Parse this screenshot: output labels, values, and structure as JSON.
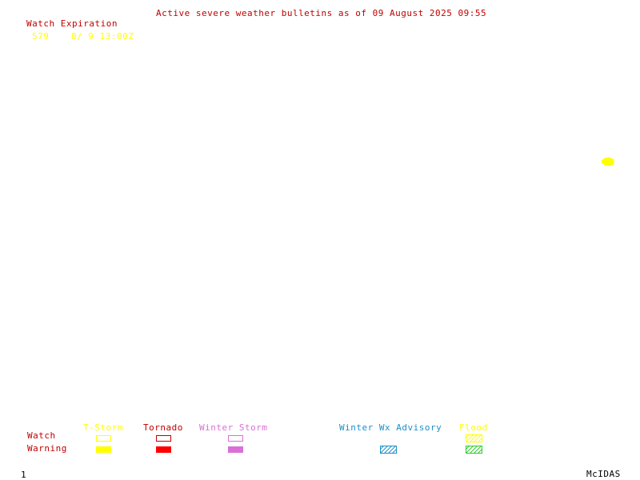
{
  "header": {
    "title": "Active severe weather bulletins as of 09 August 2025 09:55"
  },
  "watch_list": {
    "header": "Watch Expiration",
    "entries": [
      {
        "number": "579",
        "expiration": "8/ 9 13:00Z"
      }
    ]
  },
  "legend": {
    "row_labels": {
      "watch": "Watch",
      "warning": "Warning"
    },
    "categories": [
      {
        "id": "tstorm",
        "label": "T-Storm",
        "color": "#ffff00",
        "watch_style": "outline",
        "warning_style": "filled"
      },
      {
        "id": "tornado",
        "label": "Tornado",
        "color": "#ff0000",
        "watch_style": "outline",
        "warning_style": "filled"
      },
      {
        "id": "winter_storm",
        "label": "Winter Storm",
        "color": "#da70d6",
        "watch_style": "outline",
        "warning_style": "filled"
      },
      {
        "id": "winter_wx_advisory",
        "label": "Winter Wx Advisory",
        "color": "#1e90c8",
        "watch_style": "none",
        "warning_style": "hatched"
      },
      {
        "id": "flood",
        "label": "Flood",
        "color": "#c8e632",
        "label_color": "#ffff00",
        "watch_style": "hatched",
        "warning_style": "hatched",
        "watch_color": "#ffff00",
        "warning_color": "#32c832"
      }
    ]
  },
  "map": {
    "watch_areas": [
      {
        "id": "579",
        "type": "tstorm",
        "color": "#ffff00"
      }
    ]
  },
  "colors": {
    "background": "#ffffff",
    "title": "#c00000",
    "watch_header": "#c00000",
    "watch_entry": "#ffff00",
    "legend_rows": "#c00000",
    "footer": "#000000"
  },
  "footer": {
    "frame_number": "1",
    "software": "McIDAS"
  }
}
